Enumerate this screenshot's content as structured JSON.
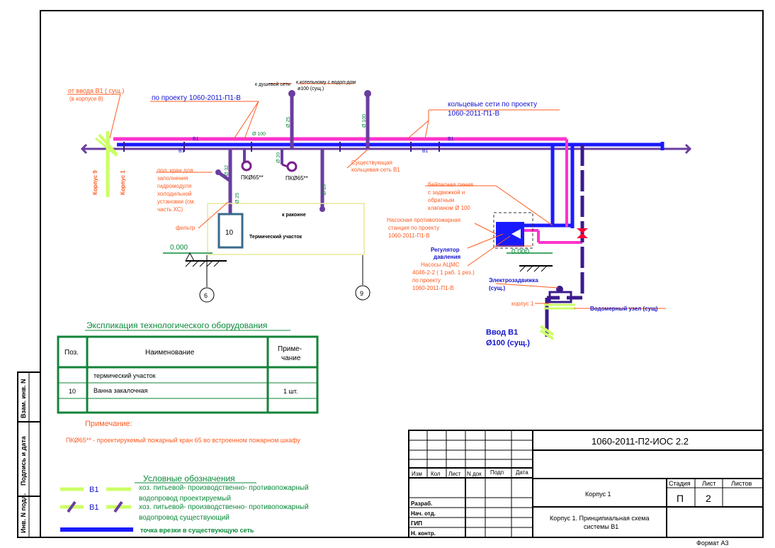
{
  "colors": {
    "project_pink": "#ff33cc",
    "existing_blue": "#1a1aff",
    "existing_dark": "#3b1a8c",
    "pipe_purple": "#6a3da0",
    "legend_lime": "#ccff66",
    "accent_orange": "#ff5a1f",
    "label_green": "#0a8a3a",
    "frame_green": "#13833a",
    "label_blue": "#1414cc",
    "valve_red": "#ff0033",
    "text_black": "#000000"
  },
  "labels": {
    "from_input": "от ввода В1 ( сущ.)",
    "in_building": "(в корпусе 8)",
    "by_project_1": "по  проекту 1060-2011-П1-В",
    "ring_networks_1": "кольцевые сети  по  проекту",
    "ring_networks_2": "1060-2011-П1-В",
    "to_bath": "к душевой сети",
    "to_existing_1": "к котельному с водоп-дом",
    "to_existing_2": "ø100 (сущ.)",
    "existing_ring_1": "Существующая",
    "existing_ring_2": "кольцевая сеть В1",
    "tap_1": "пол. кран  для",
    "tap_2": "заполнения",
    "tap_3": "гидромодуля",
    "tap_4": "холодильной",
    "tap_5": "установки (см.",
    "tap_6": "часть  ХС)",
    "filter": "фильтр",
    "pk1": "ПКØ65**",
    "pk2": "ПКØ65**",
    "bypass_1": "байпасная линия",
    "bypass_2": "с    задвижкой и",
    "bypass_3": "обратным",
    "bypass_4": "клапаном Ø 100",
    "pump_st_1": "Насосная противопожарная",
    "pump_st_2": "станция  по проекту",
    "pump_st_3": "1060-2011-П1-В",
    "reg_1": "Регулятор",
    "reg_2": "давления",
    "pumps_1": "Насосы АЦМС",
    "pumps_2": "4046-2-2 ( 1 раб. 1 рез.)",
    "pumps_3": "по проекту",
    "pumps_4": "1060-2011-П1-В",
    "elvalve_1": "Электрозадвижка",
    "elvalve_2": "(сущ.)",
    "corpus1_small": "корпус  1",
    "water_meter": "Водомерный узел (сущ)",
    "input_b1_1": "Ввод В1",
    "input_b1_2": "Ø100 (сущ.)",
    "level_1": "0.000",
    "level_2": "0.000",
    "thermal": "Термический участок",
    "to_bath2": "к ракоине",
    "box_num": "10",
    "corp9": "Корпус 9",
    "corp1": "Корпус 1",
    "axis_6": "6",
    "axis_9": "9",
    "b1_a": "В1",
    "b1_b": "В1",
    "b1_c": "В1",
    "b1_d": "В1",
    "d100": "Ø 100",
    "d25": "Ø 25",
    "d25b": "Ø 25",
    "d20": "Ø 20",
    "d20b": "Ø 20",
    "d100b": "Ø 100",
    "d32": "Ø 32"
  },
  "explication": {
    "title": "Экспликация технологического оборудования",
    "headers": [
      "Поз.",
      "Наименование",
      "Приме-\nчание"
    ],
    "header_note_1": "Приме-",
    "header_note_2": "чание",
    "rows": [
      {
        "pos": "",
        "name": "термический  участок",
        "note": ""
      },
      {
        "pos": "10",
        "name": "Ванна  закалочная",
        "note": "1 шт."
      },
      {
        "pos": "",
        "name": "",
        "note": ""
      }
    ]
  },
  "note": {
    "title": "Примечание:",
    "text": "ПКØ65** -   проектирукемый пожарный  кран 65 во встроенном  пожарном  шкафу"
  },
  "legend": {
    "title": "Условные обозначения",
    "item1_tag": "В1",
    "item1_line1": "хоз. питьевой- производственно- противопожарный",
    "item1_line2": "водопровод  проектируемый",
    "item2_tag": "В1",
    "item2_line1": "хоз. питьевой- производственно- противопожарный",
    "item2_line2": "водопровод   существующий",
    "item3": "точка врезки в существующую сеть"
  },
  "side_stamp": {
    "inv_orig": "Инв. N подл.",
    "sign_date": "Подпись и дата",
    "replace_inv": "Взам. инв. N"
  },
  "title_block": {
    "doc_code": "1060-2011-П2-ИОС 2.2",
    "cols": [
      "Изм",
      "Кол",
      "Лист",
      "N док",
      "Подп",
      "Дата"
    ],
    "roles": [
      "Разраб.",
      "Нач. отд.",
      "ГИП",
      "Н. контр."
    ],
    "building": "Корпус  1",
    "sheet_title_1": "Корпус 1. Принципиальная схема",
    "sheet_title_2": "системы  В1",
    "stage_h": "Стадия",
    "sheet_h": "Лист",
    "sheets_h": "Листов",
    "stage_v": "П",
    "sheet_v": "2",
    "sheets_v": "",
    "format": "Формат А3"
  }
}
